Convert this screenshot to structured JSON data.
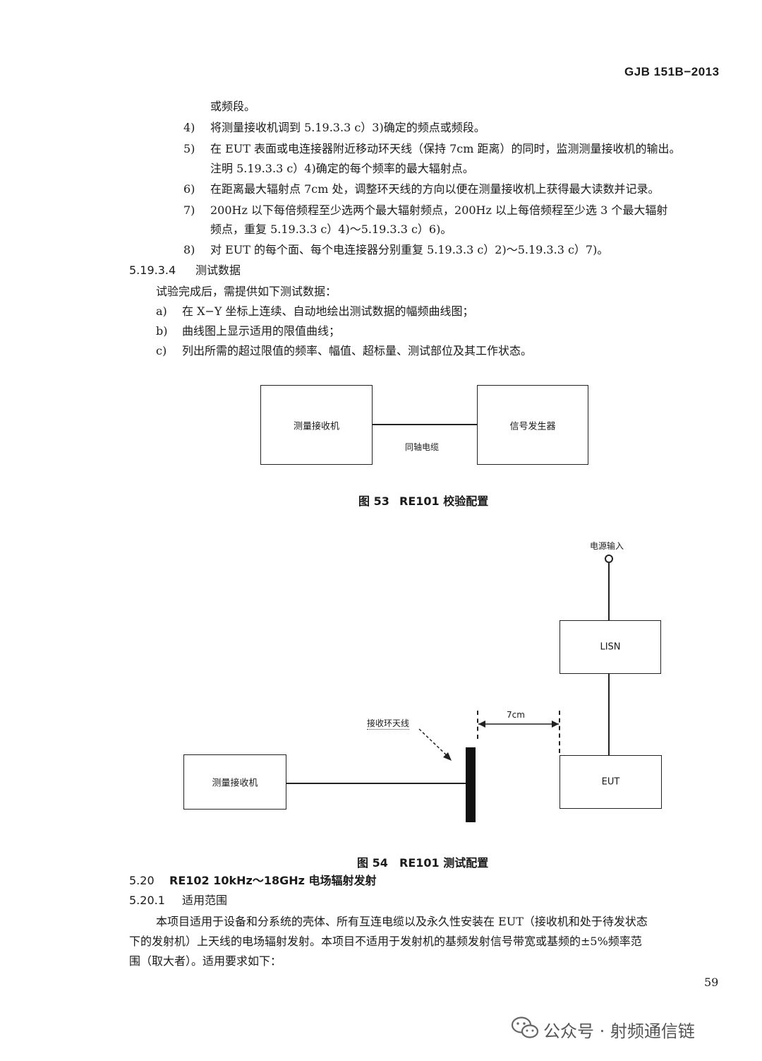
{
  "header": {
    "standard": "GJB 151B−2013"
  },
  "lines": {
    "l1": "或频段。",
    "l2_num": "4)",
    "l2": "将测量接收机调到 5.19.3.3 c）3)确定的频点或频段。",
    "l3_num": "5)",
    "l3": "在 EUT 表面或电连接器附近移动环天线（保持 7cm 距离）的同时，监测测量接收机的输出。",
    "l3b": "注明 5.19.3.3 c）4)确定的每个频率的最大辐射点。",
    "l4_num": "6)",
    "l4": "在距离最大辐射点 7cm 处，调整环天线的方向以便在测量接收机上获得最大读数并记录。",
    "l5_num": "7)",
    "l5": "200Hz 以下每倍频程至少选两个最大辐射频点，200Hz 以上每倍频程至少选 3 个最大辐射",
    "l5b": "频点，重复 5.19.3.3 c）4)～5.19.3.3 c）6)。",
    "l6_num": "8)",
    "l6": "对 EUT 的每个面、每个电连接器分别重复 5.19.3.3 c）2)～5.19.3.3 c）7)。"
  },
  "section_5_19_3_4": {
    "number": "5.19.3.4",
    "title": "测试数据",
    "intro": "试验完成后，需提供如下测试数据：",
    "a_label": "a)",
    "a": "在 X−Y 坐标上连续、自动地绘出测试数据的幅频曲线图；",
    "b_label": "b)",
    "b": "曲线图上显示适用的限值曲线；",
    "c_label": "c)",
    "c": "列出所需的超过限值的频率、幅值、超标量、测试部位及其工作状态。"
  },
  "figure53": {
    "box_left": "测量接收机",
    "box_right": "信号发生器",
    "cable": "同轴电缆",
    "caption_num": "图 53",
    "caption_text": "RE101 校验配置"
  },
  "figure54": {
    "power_input": "电源输入",
    "lisn": "LISN",
    "eut": "EUT",
    "receiver": "测量接收机",
    "antenna": "接收环天线",
    "distance": "7cm",
    "caption_num": "图 54",
    "caption_text": "RE101 测试配置"
  },
  "section_5_20": {
    "number": "5.20",
    "title": "RE102 10kHz～18GHz 电场辐射发射",
    "sub_number": "5.20.1",
    "sub_title": "适用范围",
    "p1": "本项目适用于设备和分系统的壳体、所有互连电缆以及永久性安装在 EUT（接收机和处于待发状态",
    "p2": "下的发射机）上天线的电场辐射发射。本项目不适用于发射机的基频发射信号带宽或基频的±5%频率范",
    "p3": "围（取大者）。适用要求如下："
  },
  "footer": {
    "page_number": "59",
    "watermark": "公众号 · 射频通信链"
  }
}
